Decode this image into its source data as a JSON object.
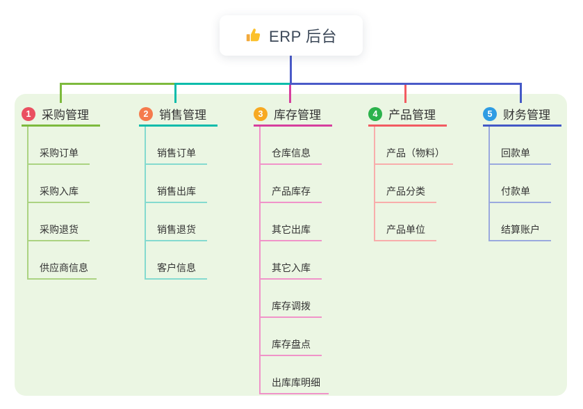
{
  "root": {
    "title": "ERP 后台",
    "icon": "thumbs-up"
  },
  "colors": {
    "page_bg": "#ffffff",
    "panel_bg": "#ebf6e3",
    "root_line": "#4a5ac8",
    "text": "#333333",
    "title_text": "#3c4858",
    "icon_yellow": "#fbc12d",
    "icon_yellow_dark": "#f2a93b"
  },
  "branches": [
    {
      "num": "1",
      "label": "采购管理",
      "badge_color": "#ea5061",
      "accent": "#7dba3d",
      "light_line": "#abd381",
      "items": [
        "采购订单",
        "采购入库",
        "采购退货",
        "供应商信息"
      ]
    },
    {
      "num": "2",
      "label": "销售管理",
      "badge_color": "#f57b4d",
      "accent": "#0bbcab",
      "light_line": "#84dacf",
      "items": [
        "销售订单",
        "销售出库",
        "销售退货",
        "客户信息"
      ]
    },
    {
      "num": "3",
      "label": "库存管理",
      "badge_color": "#f7a922",
      "accent": "#d63f9e",
      "light_line": "#f093c9",
      "items": [
        "仓库信息",
        "产品库存",
        "其它出库",
        "其它入库",
        "库存调拨",
        "库存盘点",
        "出库库明细"
      ]
    },
    {
      "num": "4",
      "label": "产品管理",
      "badge_color": "#2cb24c",
      "accent": "#f25b62",
      "light_line": "#f8adab",
      "items": [
        "产品（物料）",
        "产品分类",
        "产品单位"
      ]
    },
    {
      "num": "5",
      "label": "财务管理",
      "badge_color": "#2f9ce3",
      "accent": "#4459c6",
      "light_line": "#9aa9de",
      "items": [
        "回款单",
        "付款单",
        "结算账户"
      ]
    }
  ]
}
